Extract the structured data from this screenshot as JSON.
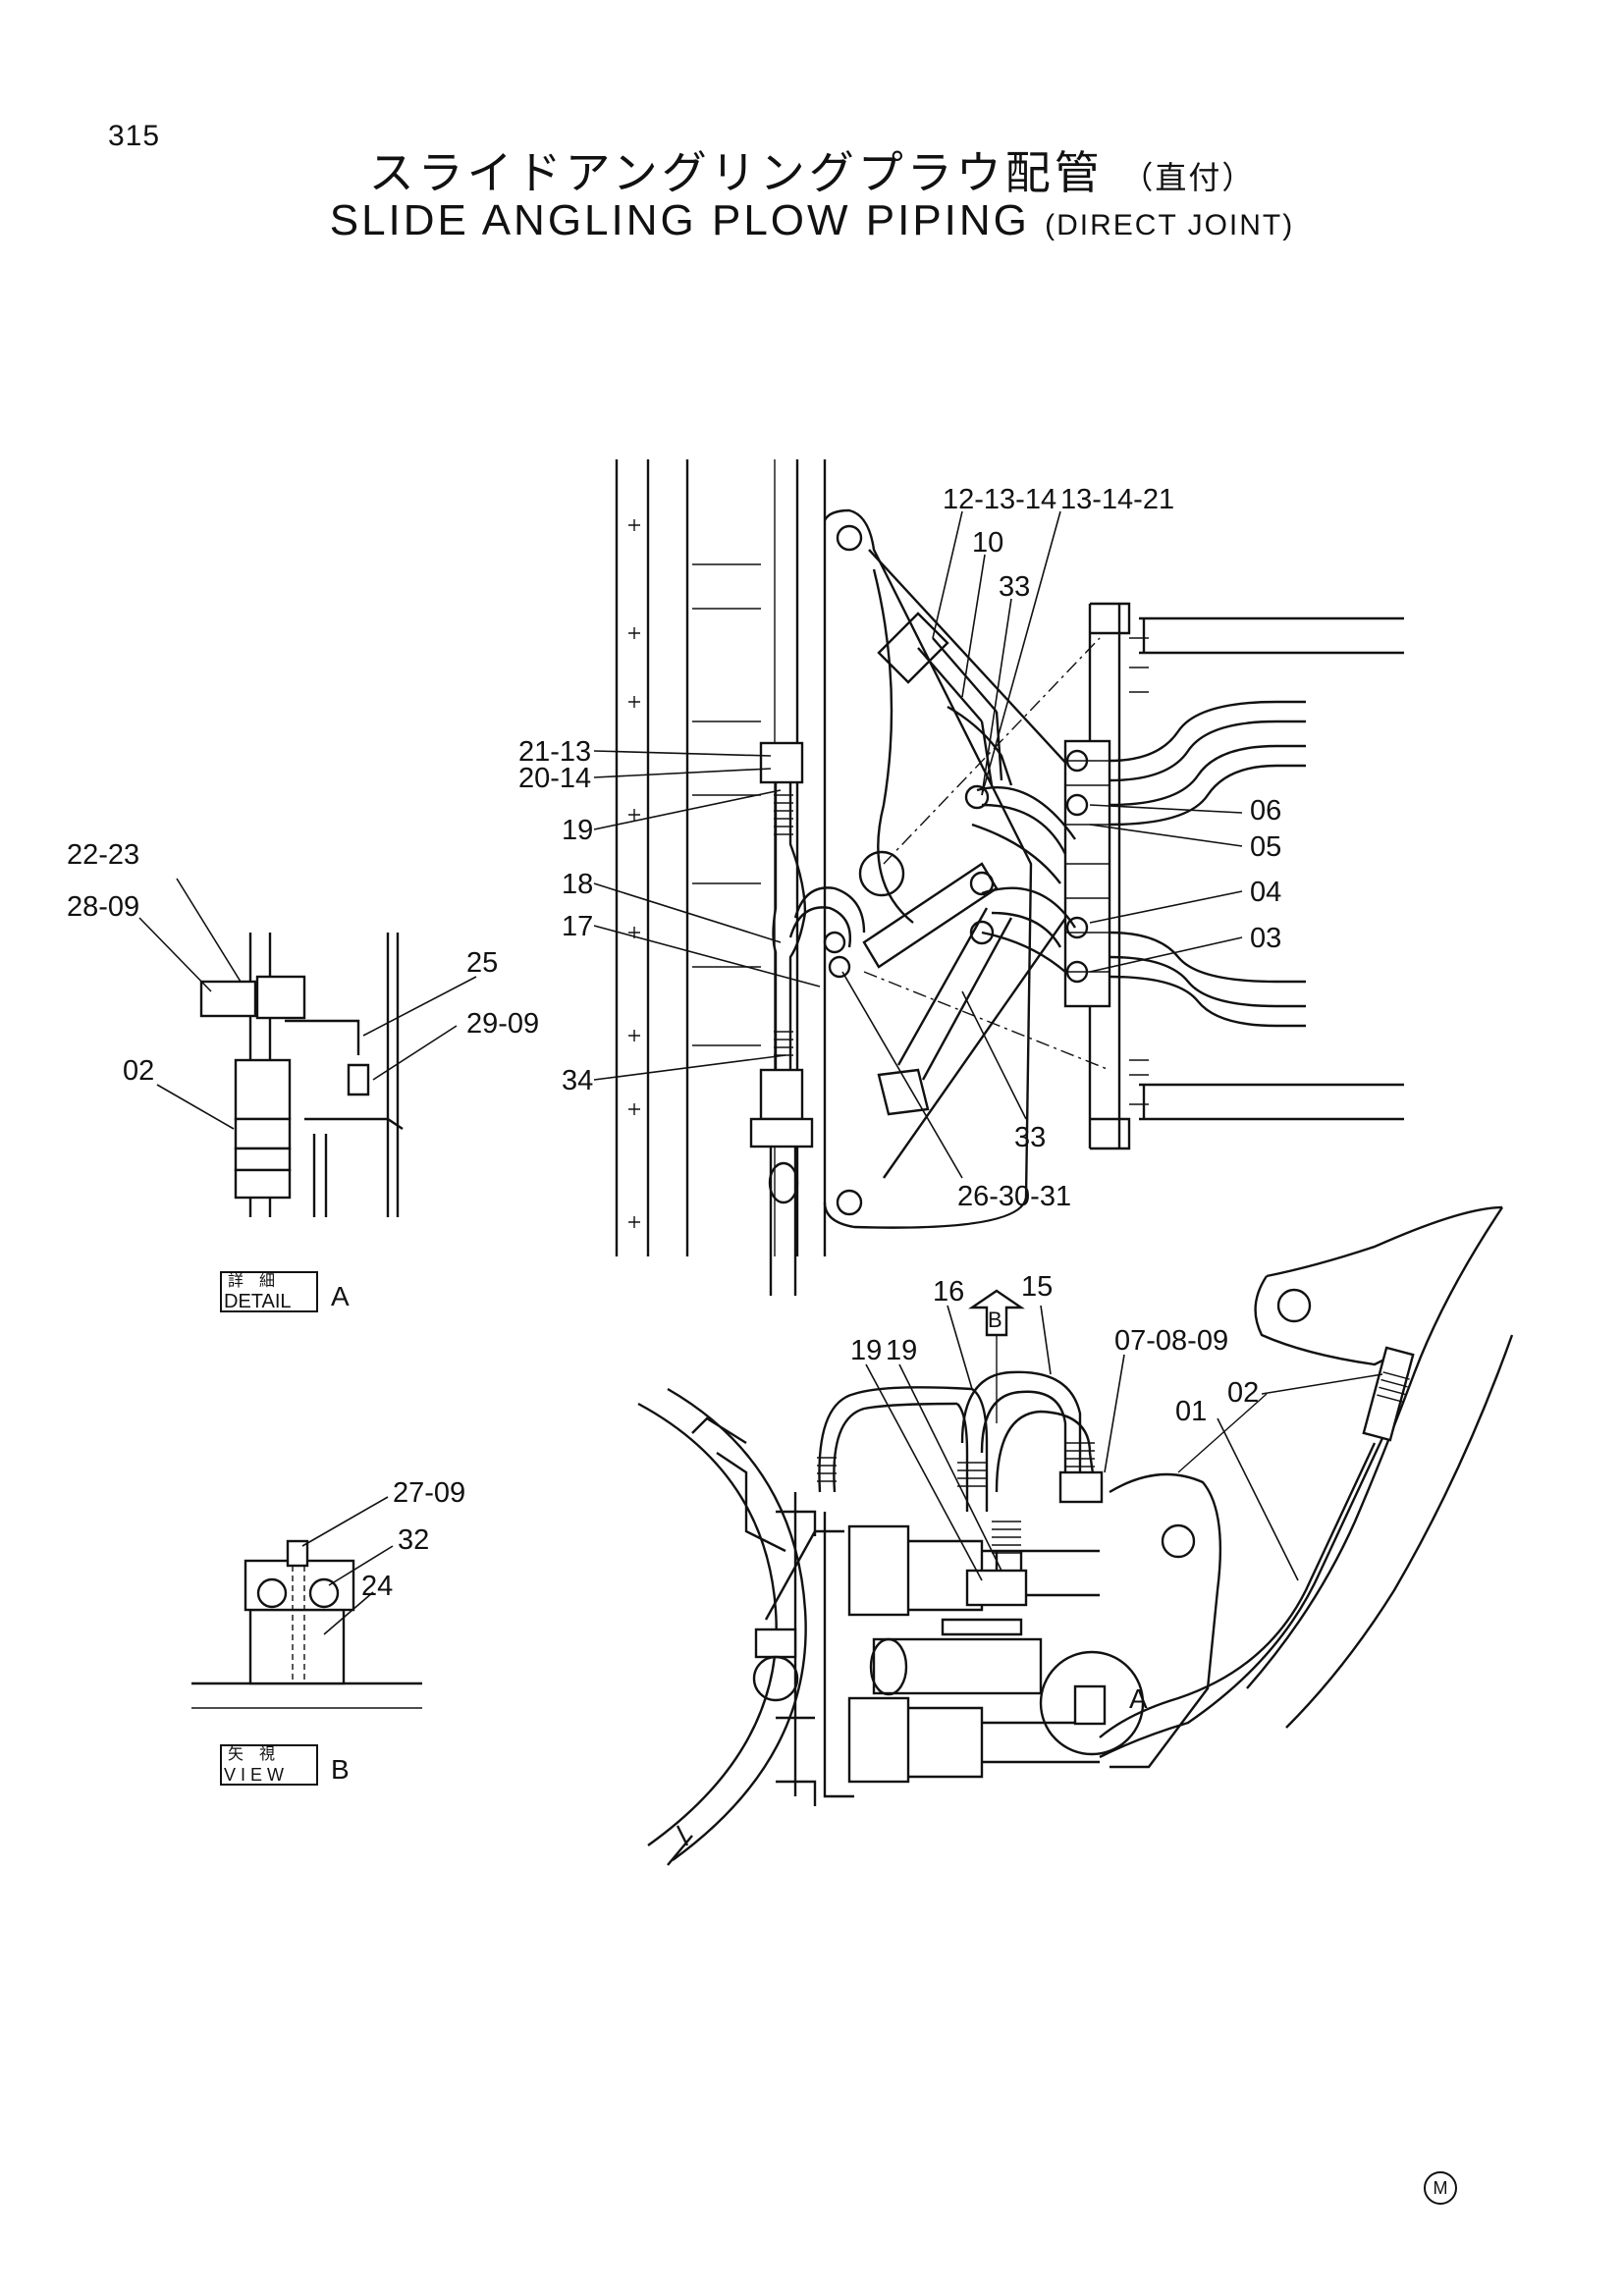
{
  "page_number": "315",
  "title": {
    "jp_main": "スライドアングリングプラウ配管",
    "jp_sub": "（直付）",
    "en_main": "SLIDE ANGLING PLOW PIPING",
    "en_sub": "(DIRECT JOINT)"
  },
  "callouts_top": {
    "c_12_13_14": "12-13-14",
    "c_13_14_21": "13-14-21",
    "c_10": "10",
    "c_33_upper": "33",
    "c_21_13": "21-13",
    "c_20_14": "20-14",
    "c_19": "19",
    "c_18": "18",
    "c_17": "17",
    "c_34": "34",
    "c_06": "06",
    "c_05": "05",
    "c_04": "04",
    "c_03": "03",
    "c_33_lower": "33",
    "c_26_30_31": "26-30-31"
  },
  "callouts_detail_a": {
    "c_22_23": "22-23",
    "c_28_09": "28-09",
    "c_25": "25",
    "c_29_09": "29-09",
    "c_02": "02"
  },
  "detail_a_box": {
    "jp": "詳　細",
    "en": "DETAIL",
    "letter": "A"
  },
  "callouts_view_b": {
    "c_27_09": "27-09",
    "c_32": "32",
    "c_24": "24"
  },
  "view_b_box": {
    "jp": "矢　視",
    "en": "V I E W",
    "letter": "B"
  },
  "callouts_bottom": {
    "c_16": "16",
    "c_15": "15",
    "c_19_a": "19",
    "c_19_b": "19",
    "c_07_08_09": "07-08-09",
    "c_02": "02",
    "c_01": "01",
    "view_arrow_letter": "B",
    "detail_circle_letter": "A"
  },
  "corner_mark": "M"
}
